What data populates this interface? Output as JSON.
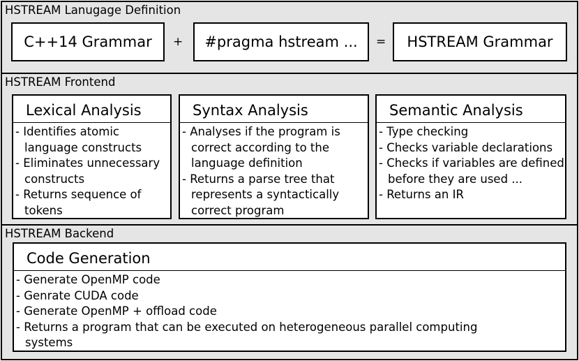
{
  "definition": {
    "title": "HSTREAM Lanugage Definition",
    "grammar_left": "C++14 Grammar",
    "plus": "+",
    "pragma": "#pragma hstream ...",
    "equals": "=",
    "grammar_result": "HSTREAM Grammar"
  },
  "frontend": {
    "title": "HSTREAM Frontend",
    "lexical": {
      "heading": "Lexical Analysis",
      "items": [
        "- Identifies atomic language constructs",
        "- Eliminates unnecessary constructs",
        "- Returns sequence of tokens"
      ]
    },
    "syntax": {
      "heading": "Syntax Analysis",
      "items": [
        "- Analyses if the program is correct according to the language definition",
        "- Returns a parse tree that represents a syntactically correct program"
      ]
    },
    "semantic": {
      "heading": "Semantic Analysis",
      "items": [
        "- Type checking",
        "- Checks variable declarations",
        "- Checks if variables are defined before they are used ...",
        "- Returns an IR"
      ]
    }
  },
  "backend": {
    "title": "HSTREAM Backend",
    "codegen": {
      "heading": "Code Generation",
      "items": [
        "- Generate OpenMP code",
        "- Genrate CUDA code",
        "- Generate OpenMP + offload code",
        "- Returns a program that can be executed on heterogeneous parallel computing systems"
      ]
    }
  }
}
